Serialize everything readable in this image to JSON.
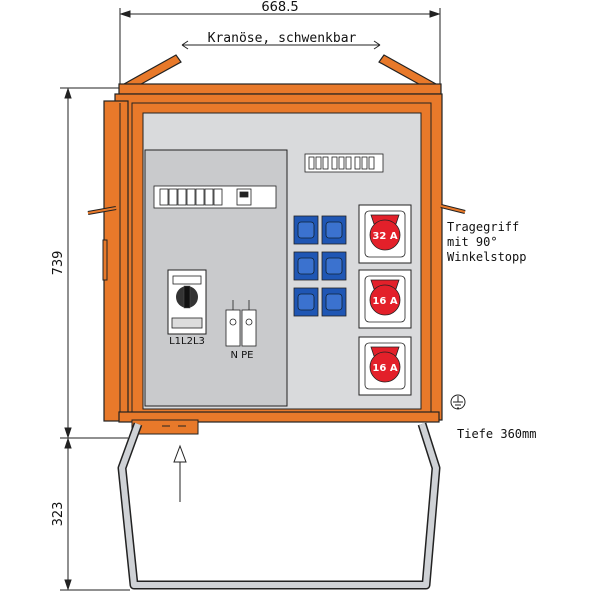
{
  "dimensions": {
    "width": "668.5",
    "height_cabinet": "739",
    "height_stand": "323"
  },
  "labels": {
    "crane_eye": "Kranöse, schwenkbar",
    "handle_line1": "Tragegriff",
    "handle_line2": "mit 90°",
    "handle_line3": "Winkelstopp",
    "depth": "Tiefe 360mm",
    "socket_32a": "32 A",
    "socket_16a_1": "16 A",
    "socket_16a_2": "16 A",
    "switch_phases": "L1L2L3",
    "neutral_pe": "N PE"
  },
  "colors": {
    "cabinet_orange": "#e8792a",
    "panel_grey": "#d9dadc",
    "inner_panel_grey": "#c9cacc",
    "socket_blue": "#1f56b4",
    "socket_red": "#e3202a",
    "outline": "#222222"
  }
}
